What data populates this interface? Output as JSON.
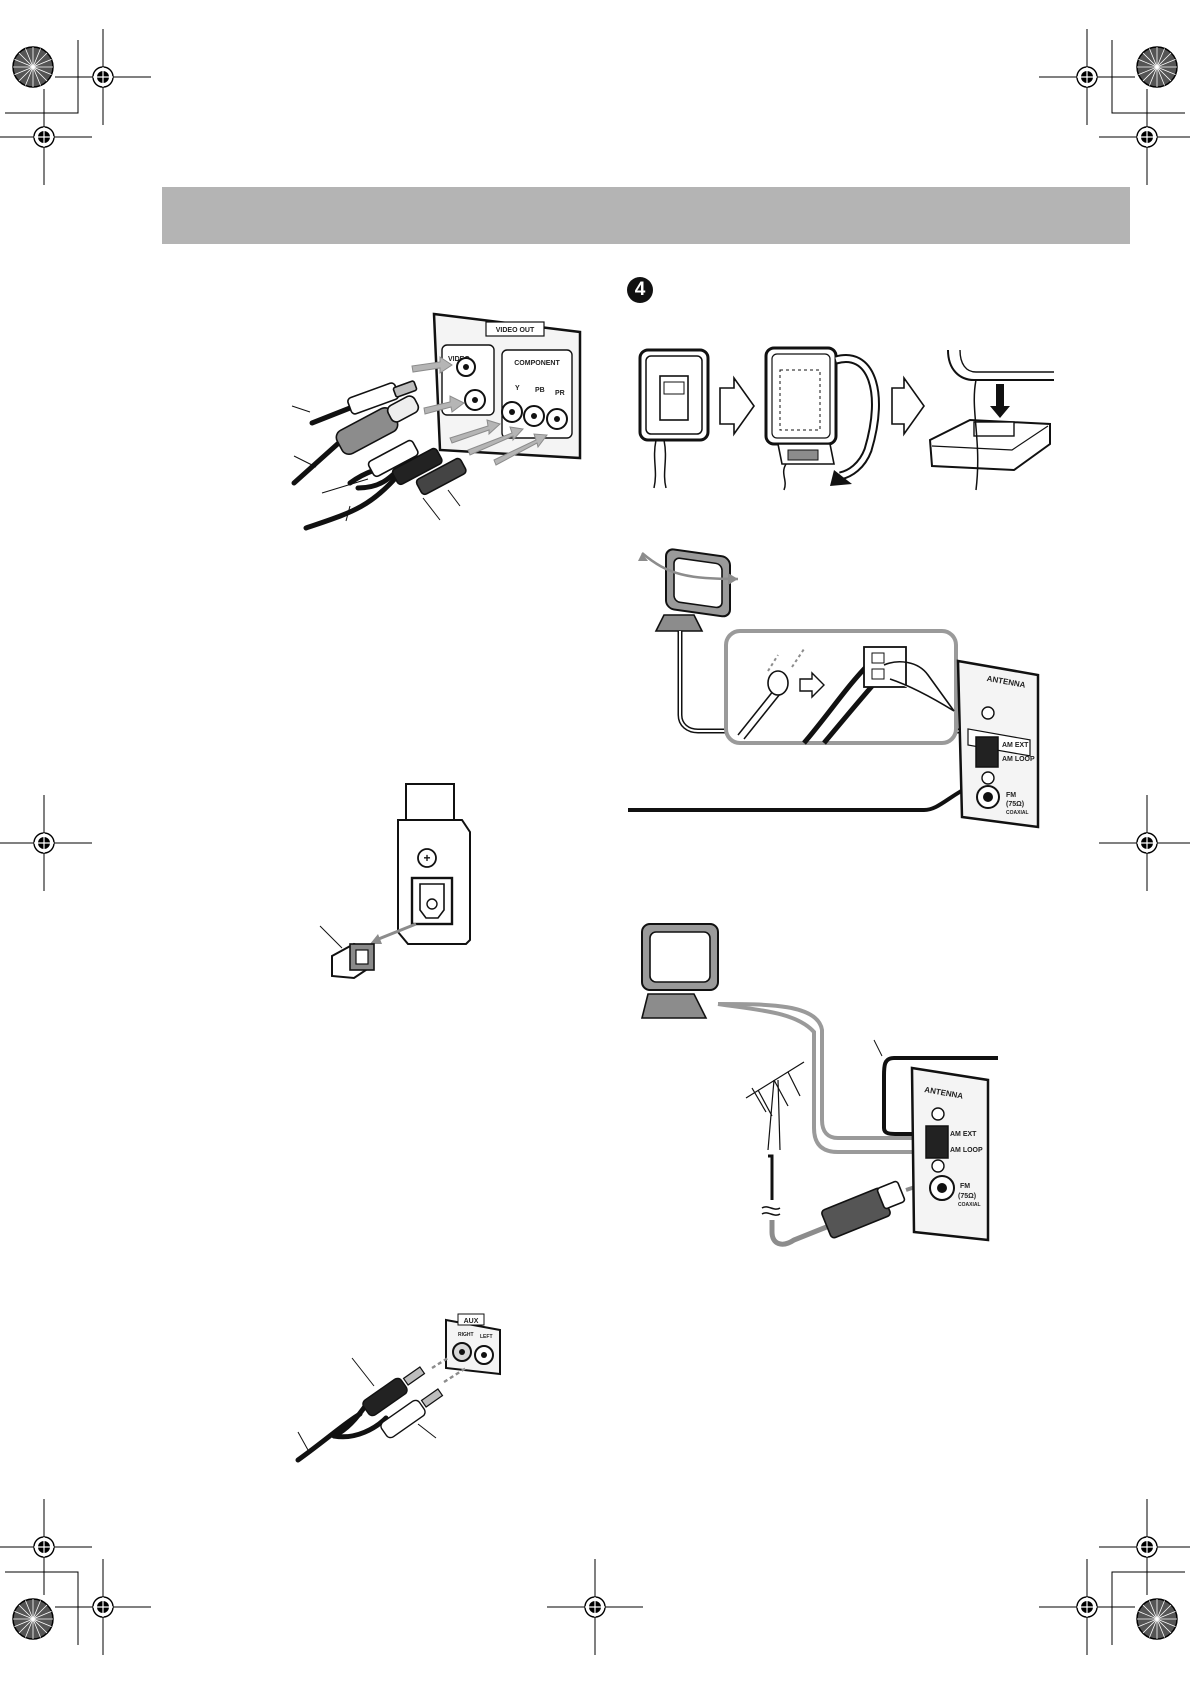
{
  "header": {
    "band_color": "#b4b4b4",
    "title": ""
  },
  "step": {
    "number": "4"
  },
  "video_panel": {
    "title": "VIDEO OUT",
    "video_label": "VIDEO",
    "component_label": "COMPONENT",
    "jack_y": "Y",
    "jack_pb": "PB",
    "jack_pr": "PR"
  },
  "antenna_panels": [
    {
      "title": "ANTENNA",
      "am_ext": "AM EXT",
      "am_loop": "AM LOOP",
      "fm": "FM",
      "fm_ohm": "(75Ω)",
      "coaxial": "COAXIAL"
    },
    {
      "title": "ANTENNA",
      "am_ext": "AM EXT",
      "am_loop": "AM LOOP",
      "fm": "FM",
      "fm_ohm": "(75Ω)",
      "coaxial": "COAXIAL"
    }
  ],
  "aux_panel": {
    "title": "AUX",
    "right": "RIGHT",
    "left": "LEFT"
  },
  "colors": {
    "ink": "#111111",
    "cable_gray": "#9a9a9a",
    "arrow_gray": "#8c8c8c",
    "panel_fill": "#f4f4f4"
  }
}
